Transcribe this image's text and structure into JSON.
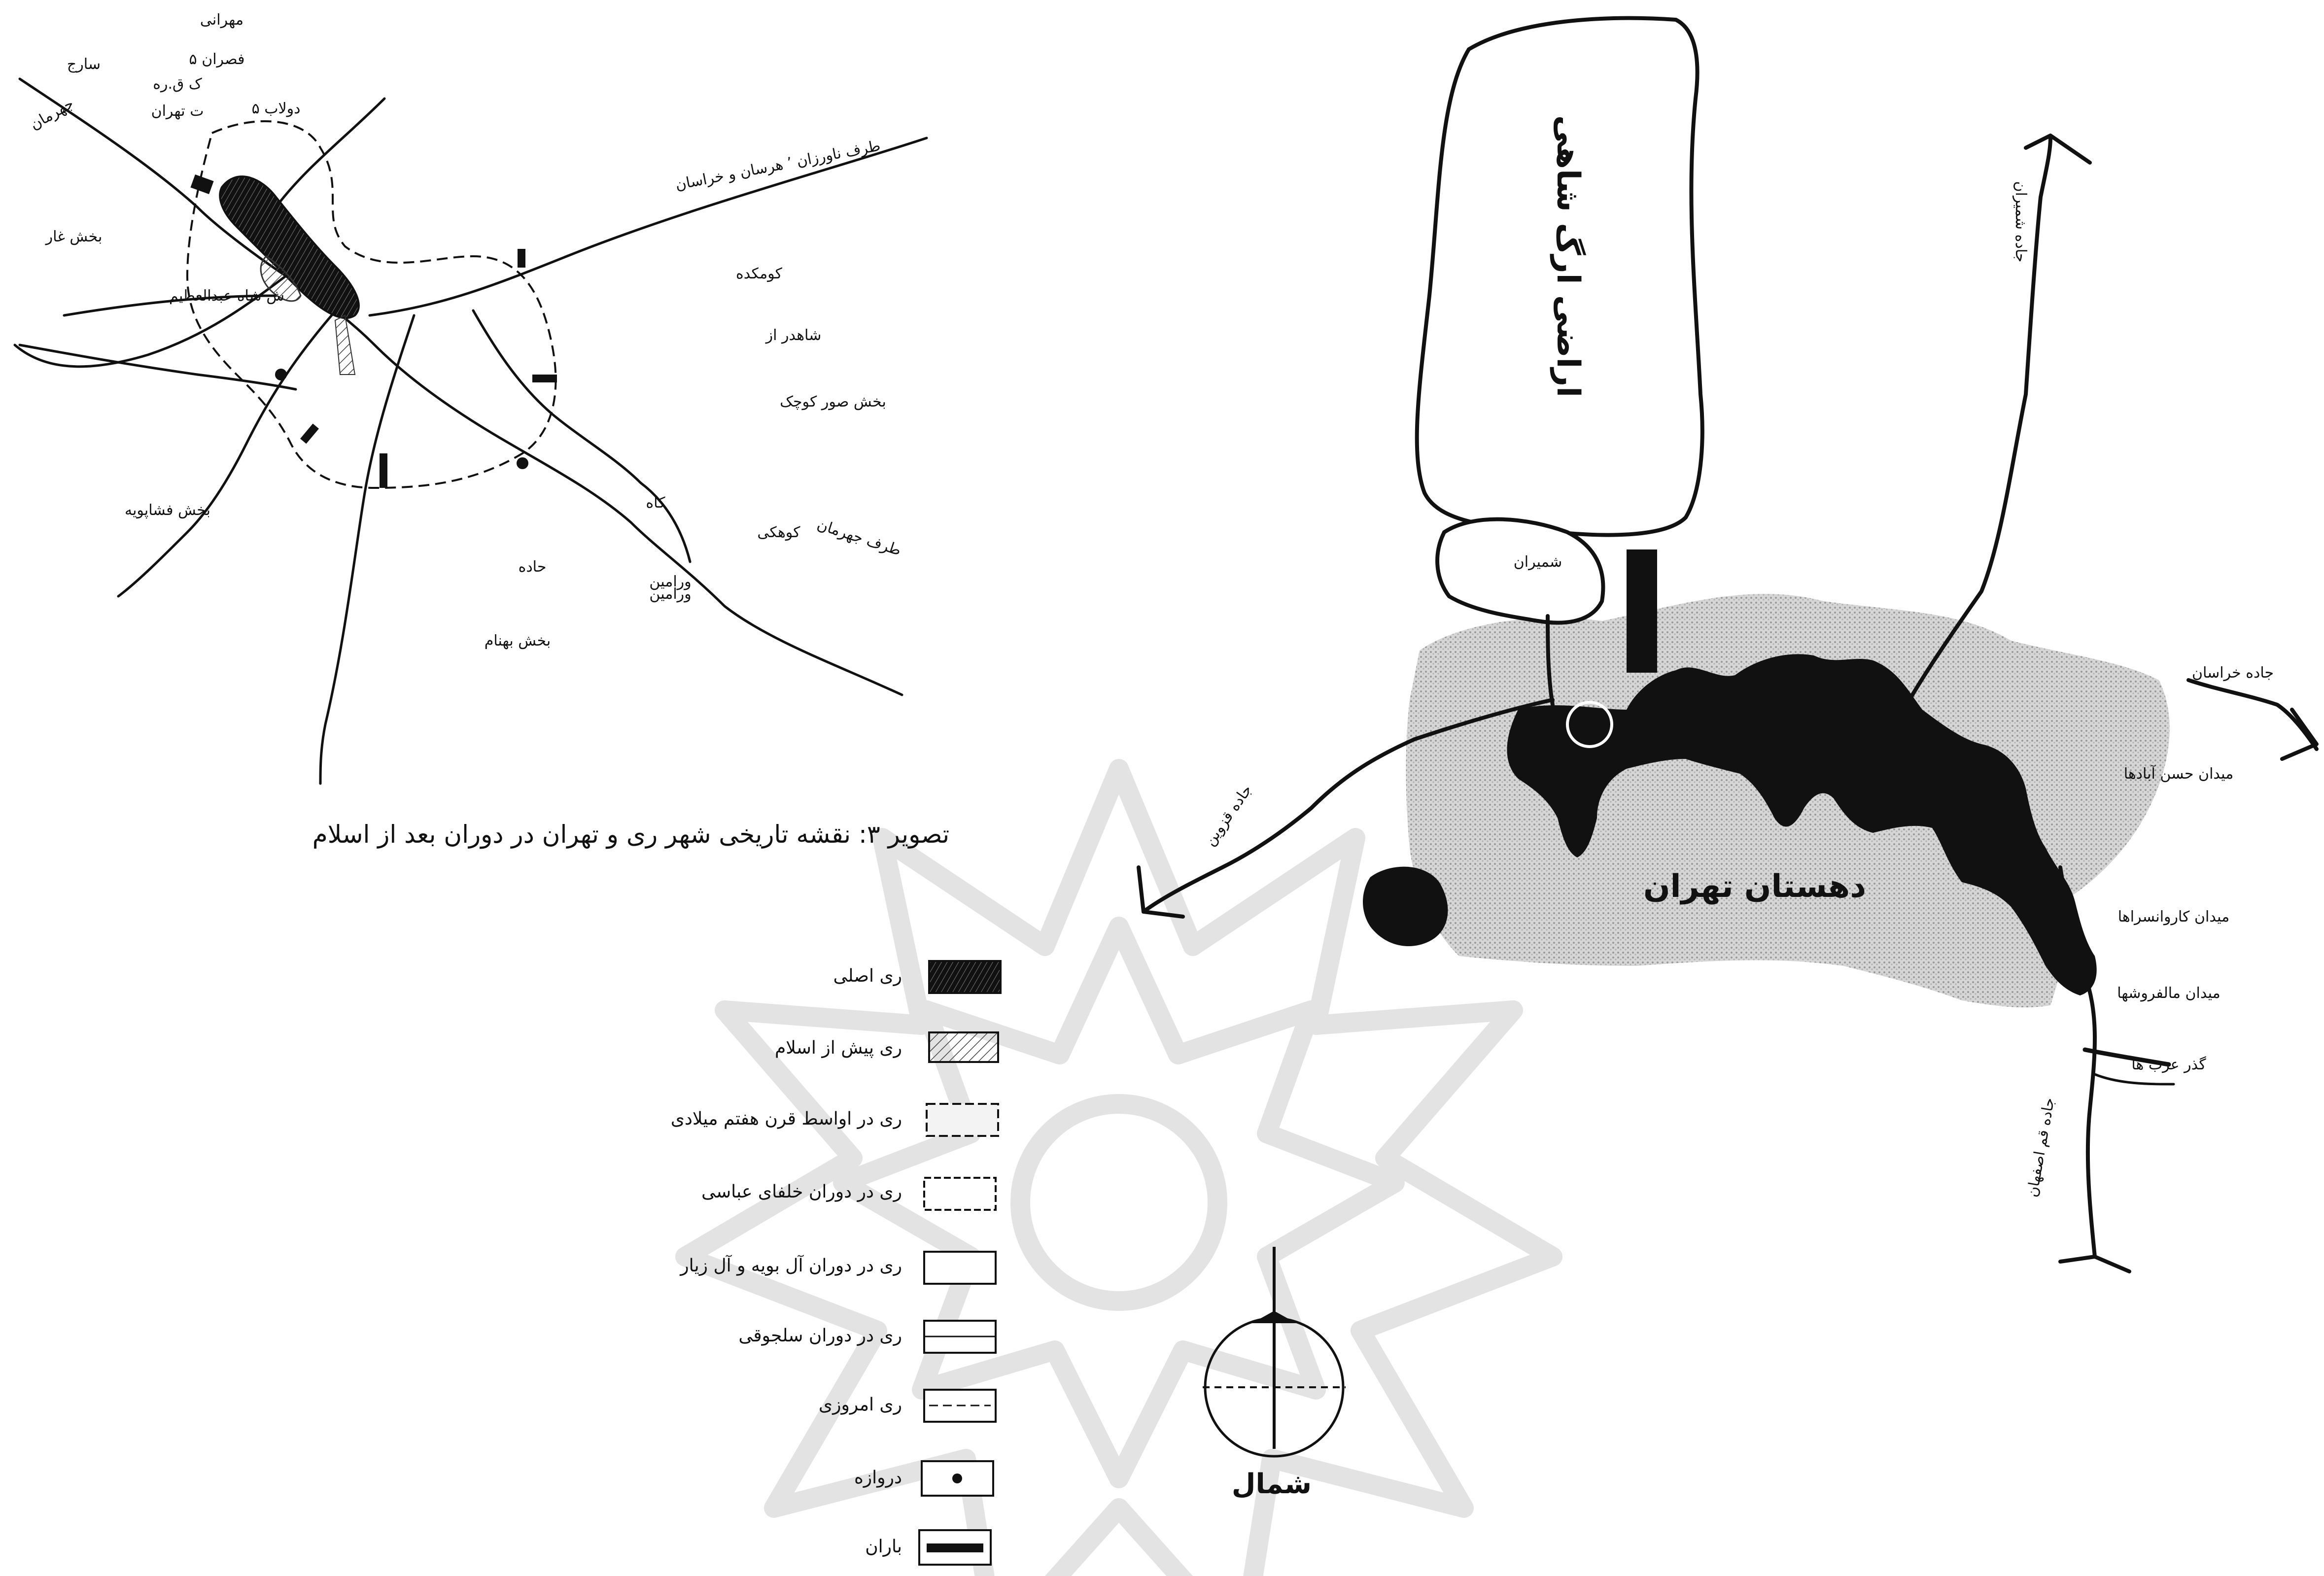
{
  "historical_map": {
    "labels": {
      "top_1": "مهرانی",
      "top_2": "فصران ۵",
      "northwest_1": "سارج",
      "northwest_2": "جهرمان",
      "northwest_3": "ک ق.ره",
      "tehran": "ت تهران",
      "dolab": "دولاب ۵",
      "ghar": "بخش غار",
      "shah_abdolazim": "ش شاه عبدالعظیم",
      "road_khorasan": "طرف ناورزان ٬ هرسان و خراسان",
      "kohmadeh": "کومکده",
      "shahrara": "شاهدر از",
      "bakhsh_kuchak": "بخش صور کوچک",
      "bakhsh_fashapuyeh": "بخش فشاپویه",
      "kan": "کاه",
      "road_sud": "طرف جهرمان",
      "kuhgi": "کوهکی",
      "varamin_sud": "ورامین",
      "jadeh": "حاده",
      "varamin": "ورامین",
      "bakhsh_behnam": "بخش بهنام"
    },
    "caption": "تصویر ۳: نقشه تاریخی شهر ری و تهران در دوران بعد از اسلام"
  },
  "legend": {
    "items": [
      {
        "label": "ری اصلی"
      },
      {
        "label": "ری پیش از اسلام"
      },
      {
        "label": "ری در اواسط قرن هفتم میلادی"
      },
      {
        "label": "ری در دوران خلفای عباسی"
      },
      {
        "label": "ری در دوران آل بویه و آل زیار"
      },
      {
        "label": "ری در دوران سلجوقی"
      },
      {
        "label": "ری امروزی"
      },
      {
        "label": "دروازه"
      },
      {
        "label": "باران"
      }
    ]
  },
  "north_label": "شمال",
  "tehran_map": {
    "palace_lands": "اراضی ارگ شاهی",
    "shemiran": "شمیران",
    "road_shemiran": "جاده شمیران",
    "road_khorasan": "جاده خراسان",
    "road_qazvin": "جاده قزوین",
    "road_qom": "جاده قم اصفهان",
    "tehran_village": "دهستان تهران",
    "sq_1": "میدان حسن آبادها",
    "sq_2": "میدان کاروانسراها",
    "sq_3": "میدان مالفروشها",
    "sq_4": "گذر عرب ها"
  }
}
